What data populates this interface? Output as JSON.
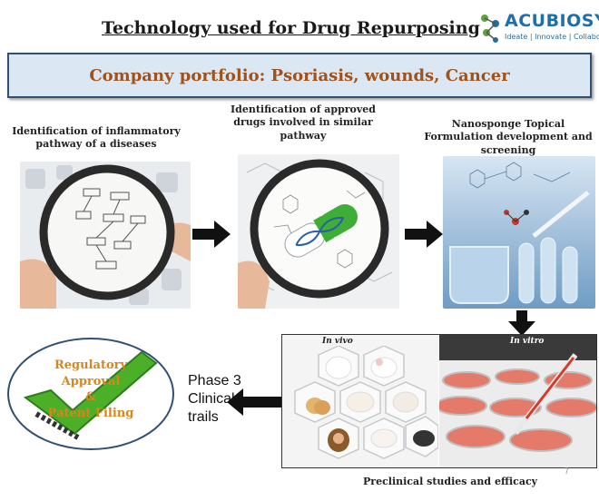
{
  "header": {
    "title": "Technology used for Drug Repurposing",
    "logo_name": "ACUBIOSYS",
    "logo_tagline": "Ideate | Innovate | Collaborate"
  },
  "banner": {
    "text": "Company portfolio: Psoriasis, wounds, Cancer"
  },
  "steps": [
    {
      "label": "Identification of inflammatory pathway of a diseases"
    },
    {
      "label": "Identification of approved drugs involved in similar pathway"
    },
    {
      "label": "Nanosponge Topical Formulation development and screening"
    }
  ],
  "preclinical": {
    "in_vivo": "In vivo",
    "in_vitro": "In vitro",
    "caption": "Preclinical studies and efficacy"
  },
  "phase": {
    "line1": "Phase 3",
    "line2": "Clinical",
    "line3": "trails"
  },
  "regulatory": {
    "line1": "Regulatory",
    "line2": "Approval",
    "line3": "&",
    "line4": "Patent Filing"
  },
  "page_number": "7",
  "colors": {
    "banner_text": "#a0521c",
    "banner_bg": "#dbe7f3",
    "reg_text": "#d6861f",
    "check": "#4caf28"
  }
}
